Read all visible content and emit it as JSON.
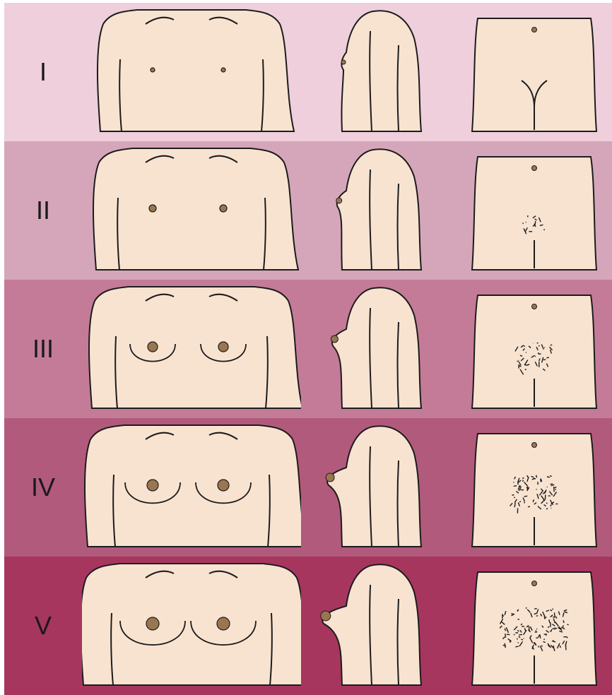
{
  "colors": {
    "skin": "#f8e3d1",
    "outline": "#1c1c1c",
    "nipple": "#9a7650",
    "row_backgrounds": [
      "#efcfdc",
      "#d5a6b9",
      "#c47b98",
      "#b15a7c",
      "#a7365f"
    ]
  },
  "stages": [
    {
      "label": "I",
      "breast_level": 0,
      "hair_level": 0
    },
    {
      "label": "II",
      "breast_level": 1,
      "hair_level": 1
    },
    {
      "label": "III",
      "breast_level": 2,
      "hair_level": 2
    },
    {
      "label": "IV",
      "breast_level": 3,
      "hair_level": 3
    },
    {
      "label": "V",
      "breast_level": 4,
      "hair_level": 4
    }
  ]
}
